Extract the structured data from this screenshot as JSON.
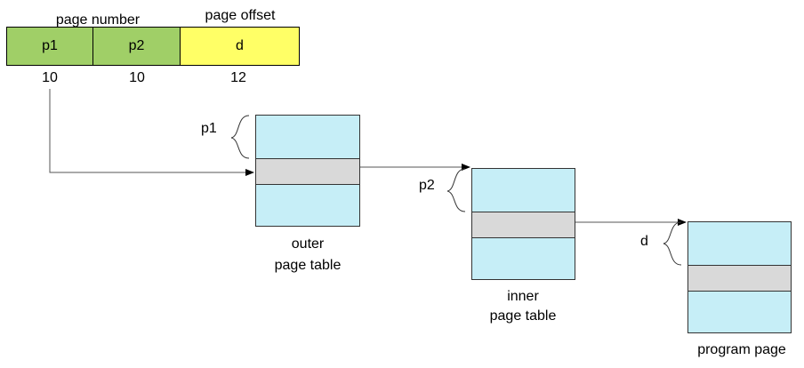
{
  "address": {
    "page_number_label": "page number",
    "page_offset_label": "page offset",
    "fields": [
      {
        "name": "p1",
        "bits": "10",
        "color": "#a0cf67"
      },
      {
        "name": "p2",
        "bits": "10",
        "color": "#a0cf67"
      },
      {
        "name": "d",
        "bits": "12",
        "color": "#ffff66"
      }
    ]
  },
  "outer_table": {
    "brace_label": "p1",
    "caption_line1": "outer",
    "caption_line2": "page table"
  },
  "inner_table": {
    "brace_label": "p2",
    "caption_line1": "inner",
    "caption_line2": "page table"
  },
  "program_page": {
    "brace_label": "d",
    "caption": "program page"
  },
  "colors": {
    "table_fill": "#c6eef7",
    "selected_row": "#d9d9d9"
  }
}
